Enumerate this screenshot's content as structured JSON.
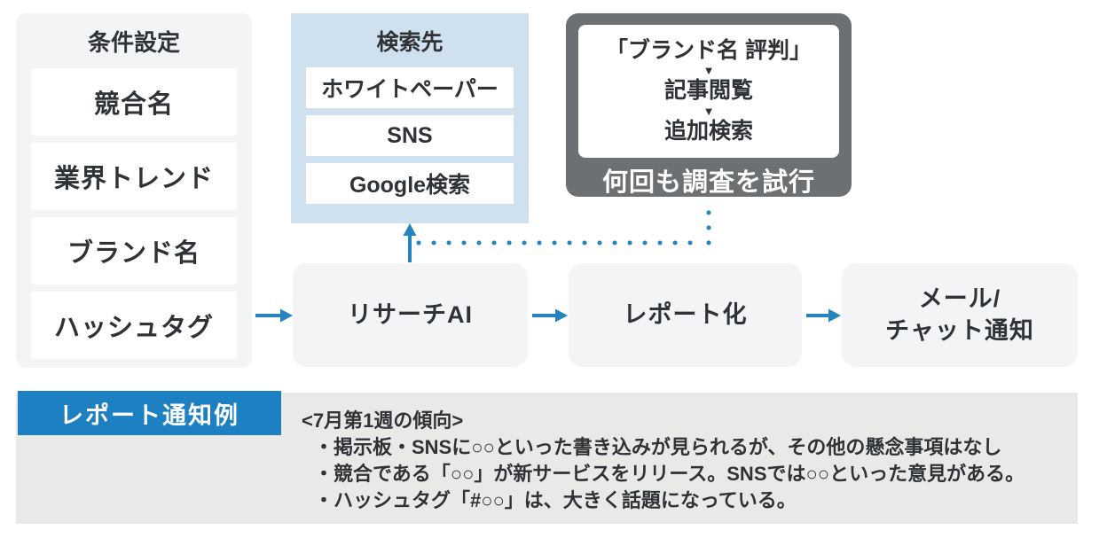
{
  "colors": {
    "panel_gray": "#f3f4f6",
    "flow_gray": "#f2f4f5",
    "search_blue": "#cfe0ee",
    "dark_gray": "#6d7073",
    "label_blue": "#1c80c3",
    "arrow_blue": "#2583c0",
    "bottom_gray": "#e9e9e8",
    "text_dark": "#2f3337"
  },
  "condition_panel": {
    "title": "条件設定",
    "items": [
      "競合名",
      "業界トレンド",
      "ブランド名",
      "ハッシュタグ"
    ]
  },
  "search_panel": {
    "title": "検索先",
    "items": [
      "ホワイトペーパー",
      "SNS",
      "Google検索"
    ]
  },
  "loop_panel": {
    "steps": [
      "「ブランド名 評判」",
      "記事閲覧",
      "追加検索"
    ],
    "arrow_glyph": "▼",
    "caption": "何回も調査を試行"
  },
  "flow": {
    "nodes": [
      "リサーチAI",
      "レポート化",
      "メール/\nチャット通知"
    ]
  },
  "report_example": {
    "label": "レポート通知例",
    "heading": "<7月第1週の傾向>",
    "bullets": [
      "・掲示板・SNSに○○といった書き込みが見られるが、その他の懸念事項はなし",
      "・競合である「○○」が新サービスをリリース。SNSでは○○といった意見がある。",
      "・ハッシュタグ「#○○」は、大きく話題になっている。"
    ]
  }
}
